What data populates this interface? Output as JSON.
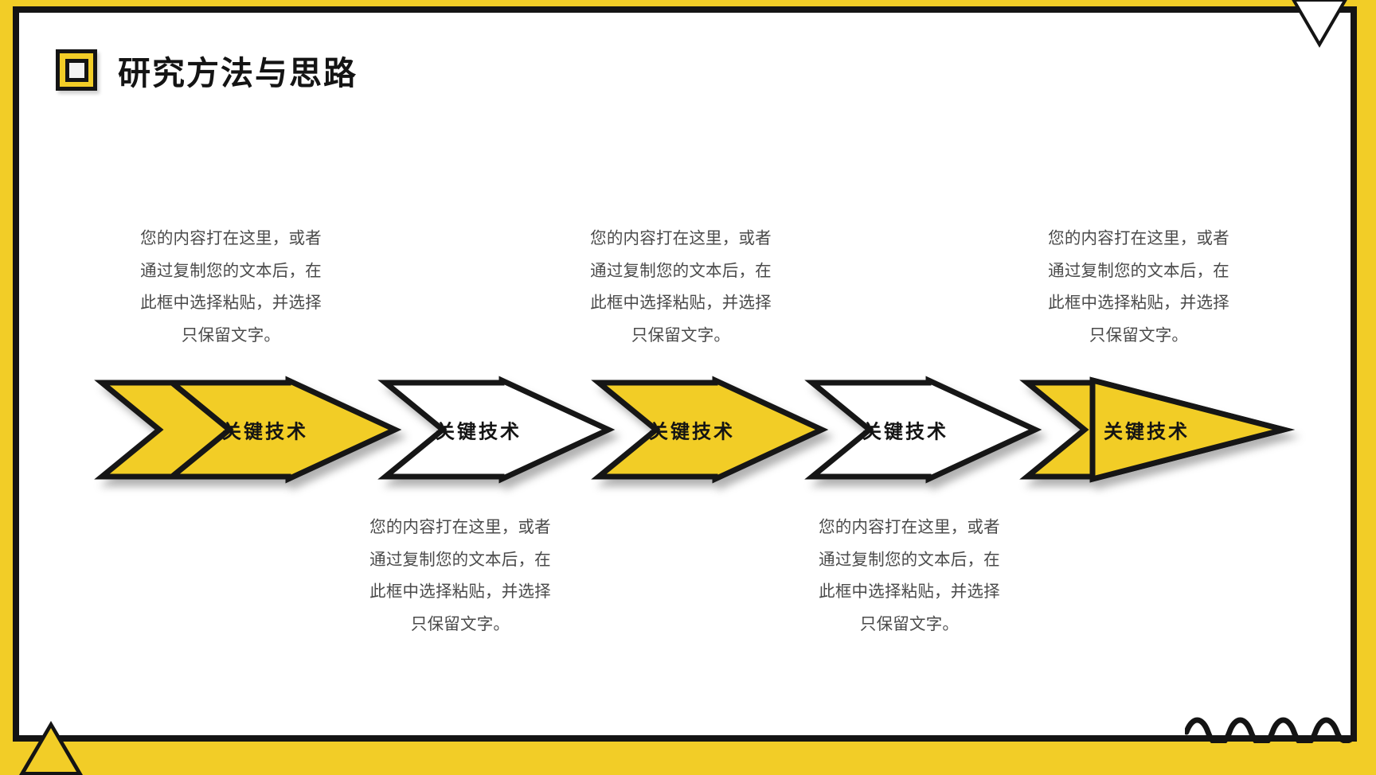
{
  "slide": {
    "title": "研究方法与思路",
    "title_icon": "square-outline-icon",
    "background_color": "#F2CD27",
    "frame_color": "#141414",
    "content_color": "#FFFFFF",
    "accent_color": "#F2CD27"
  },
  "decorations": [
    {
      "name": "triangle-down-top-right",
      "shape": "triangle-down",
      "fill": "#FFFFFF",
      "stroke": "#141414"
    },
    {
      "name": "triangle-up-bottom-left",
      "shape": "triangle-up",
      "fill": "#F2CD27",
      "stroke": "#141414"
    },
    {
      "name": "squiggle-bottom-right",
      "shape": "wave-line",
      "stroke": "#141414"
    }
  ],
  "process": {
    "steps": [
      {
        "label": "关键技术",
        "fill": "#F2CD27",
        "text_position": "above"
      },
      {
        "label": "关键技术",
        "fill": "#FFFFFF",
        "text_position": "below"
      },
      {
        "label": "关键技术",
        "fill": "#F2CD27",
        "text_position": "above"
      },
      {
        "label": "关键技术",
        "fill": "#FFFFFF",
        "text_position": "below"
      },
      {
        "label": "关键技术",
        "fill": "#F2CD27",
        "text_position": "above"
      }
    ]
  },
  "descriptions": [
    {
      "lines": [
        "您的内容打在这里，或者",
        "通过复制您的文本后，在",
        "此框中选择粘贴，并选择",
        "只保留文字。"
      ]
    },
    {
      "lines": [
        "您的内容打在这里，或者",
        "通过复制您的文本后，在",
        "此框中选择粘贴，并选择",
        "只保留文字。"
      ]
    },
    {
      "lines": [
        "您的内容打在这里，或者",
        "通过复制您的文本后，在",
        "此框中选择粘贴，并选择",
        "只保留文字。"
      ]
    },
    {
      "lines": [
        "您的内容打在这里，或者",
        "通过复制您的文本后，在",
        "此框中选择粘贴，并选择",
        "只保留文字。"
      ]
    },
    {
      "lines": [
        "您的内容打在这里，或者",
        "通过复制您的文本后，在",
        "此框中选择粘贴，并选择",
        "只保留文字。"
      ]
    }
  ]
}
